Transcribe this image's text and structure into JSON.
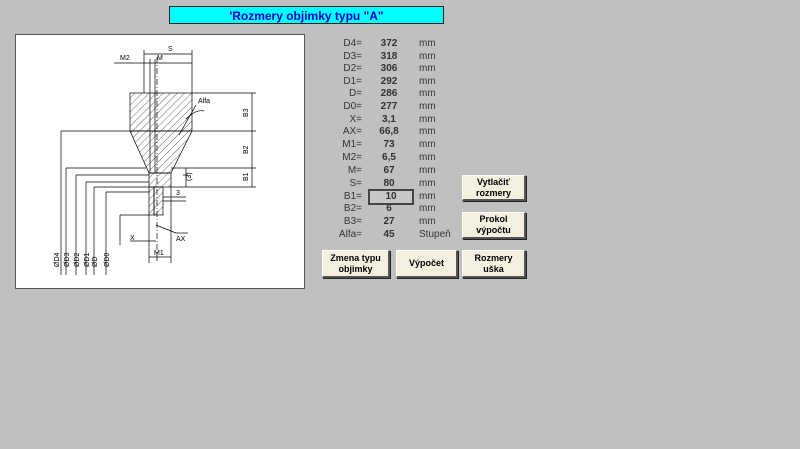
{
  "title": "'Rozmery objimky typu \"A\"",
  "drawing": {
    "labels": {
      "s": "S",
      "m2": "M2",
      "m": "M",
      "alfa": "Alfa",
      "b3": "B3",
      "b2": "B2",
      "b1": "B1",
      "three": "3",
      "three_paren": "(3)",
      "x": "X",
      "ax": "AX",
      "m1": "M1",
      "d4": "ØD4",
      "d3": "ØD3",
      "d2": "ØD2",
      "d1": "ØD1",
      "d": "ØD",
      "d0": "ØD0"
    }
  },
  "params": [
    {
      "label": "D4=",
      "value": "372",
      "unit": "mm"
    },
    {
      "label": "D3=",
      "value": "318",
      "unit": "mm"
    },
    {
      "label": "D2=",
      "value": "306",
      "unit": "mm"
    },
    {
      "label": "D1=",
      "value": "292",
      "unit": "mm"
    },
    {
      "label": "D=",
      "value": "286",
      "unit": "mm"
    },
    {
      "label": "D0=",
      "value": "277",
      "unit": "mm"
    },
    {
      "label": "X=",
      "value": "3,1",
      "unit": "mm"
    },
    {
      "label": "AX=",
      "value": "66,8",
      "unit": "mm"
    },
    {
      "label": "M1=",
      "value": "73",
      "unit": "mm"
    },
    {
      "label": "M2=",
      "value": "6,5",
      "unit": "mm"
    },
    {
      "label": "M=",
      "value": "67",
      "unit": "mm"
    },
    {
      "label": "S=",
      "value": "80",
      "unit": "mm"
    },
    {
      "label": "B1=",
      "value": "10",
      "unit": "mm"
    },
    {
      "label": "B2=",
      "value": "6",
      "unit": "mm"
    },
    {
      "label": "B3=",
      "value": "27",
      "unit": "mm"
    },
    {
      "label": "Alfa=",
      "value": "45",
      "unit": "Stupeň"
    }
  ],
  "buttons": {
    "print": "Vytlačiť\nrozmery",
    "protocol": "Prokol\nvýpočtu",
    "change_type": "Zmena typu\nobjimky",
    "calculate": "Výpočet",
    "ear_dims": "Rozmery\nuška"
  }
}
